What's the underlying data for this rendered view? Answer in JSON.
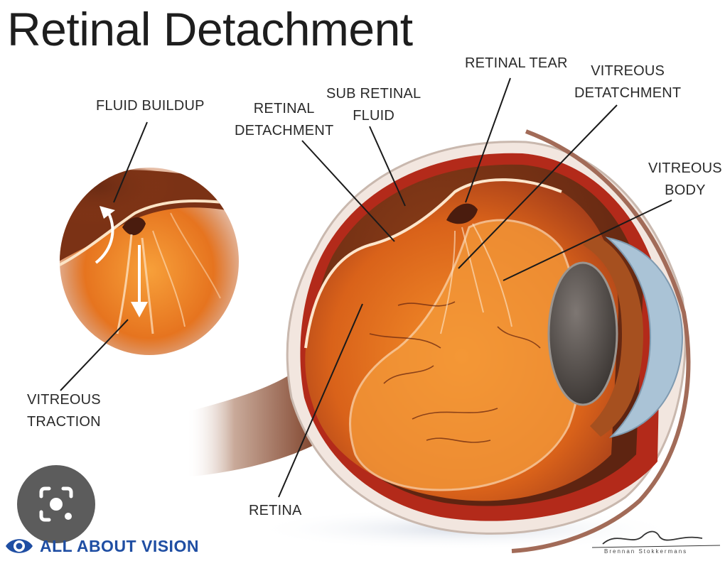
{
  "title": "Retinal Detachment",
  "labels": {
    "fluid_buildup": "FLUID BUILDUP",
    "vitreous_traction": [
      "VITREOUS",
      "TRACTION"
    ],
    "retinal_detachment": [
      "RETINAL",
      "DETACHMENT"
    ],
    "sub_retinal_fluid": [
      "SUB RETINAL",
      "FLUID"
    ],
    "retinal_tear": "RETINAL TEAR",
    "vitreous_detachment": [
      "VITREOUS",
      "DETATCHMENT"
    ],
    "vitreous_body": [
      "VITREOUS",
      "BODY"
    ],
    "retina": "RETINA"
  },
  "brand": {
    "name": "ALL ABOUT VISION",
    "color": "#1f4ea3"
  },
  "signature": "Brennan Stokkermans",
  "icons": {
    "lens": "image-search-icon",
    "brand": "eye-logo-icon"
  },
  "colors": {
    "retina_orange": "#e8731d",
    "sclera_red": "#b32a1a",
    "cornea_blue": "#aac3d6",
    "lens_gray": "#55504c"
  }
}
